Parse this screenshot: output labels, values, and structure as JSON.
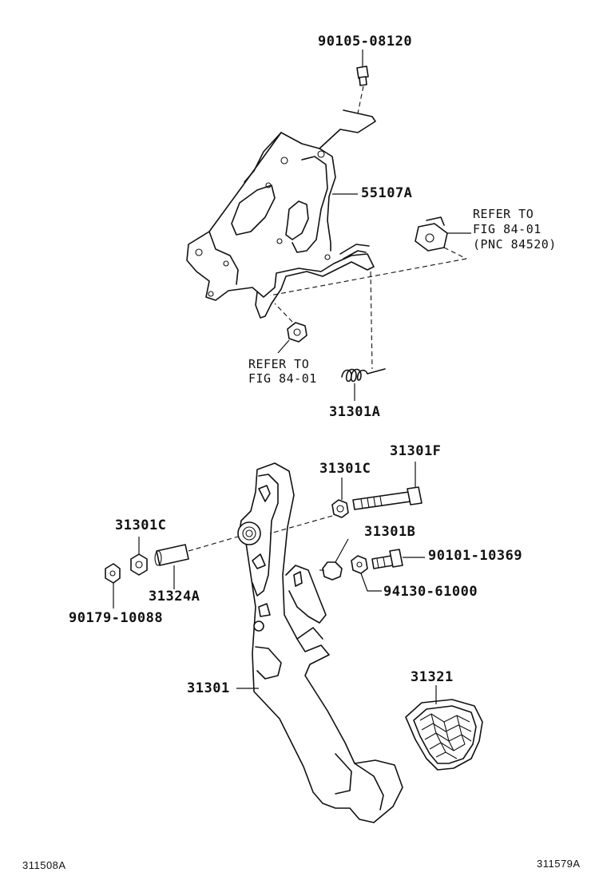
{
  "labels": {
    "bolt_top": "90105-08120",
    "bracket": "55107A",
    "refer_switch_1": "REFER TO",
    "refer_switch_2": "FIG 84-01",
    "refer_switch_3": "(PNC 84520)",
    "refer_nut_1": "REFER TO",
    "refer_nut_2": "FIG 84-01",
    "spring": "31301A",
    "bolt_long": "31301F",
    "nut_c_top": "31301C",
    "cushion": "31301B",
    "bolt_small": "90101-10369",
    "nut_small": "94130-61000",
    "nut_c_left": "31301C",
    "collar": "31324A",
    "nut_left": "90179-10088",
    "pedal": "31301",
    "pad": "31321",
    "code_left": "311508A",
    "code_right": "311579A"
  }
}
